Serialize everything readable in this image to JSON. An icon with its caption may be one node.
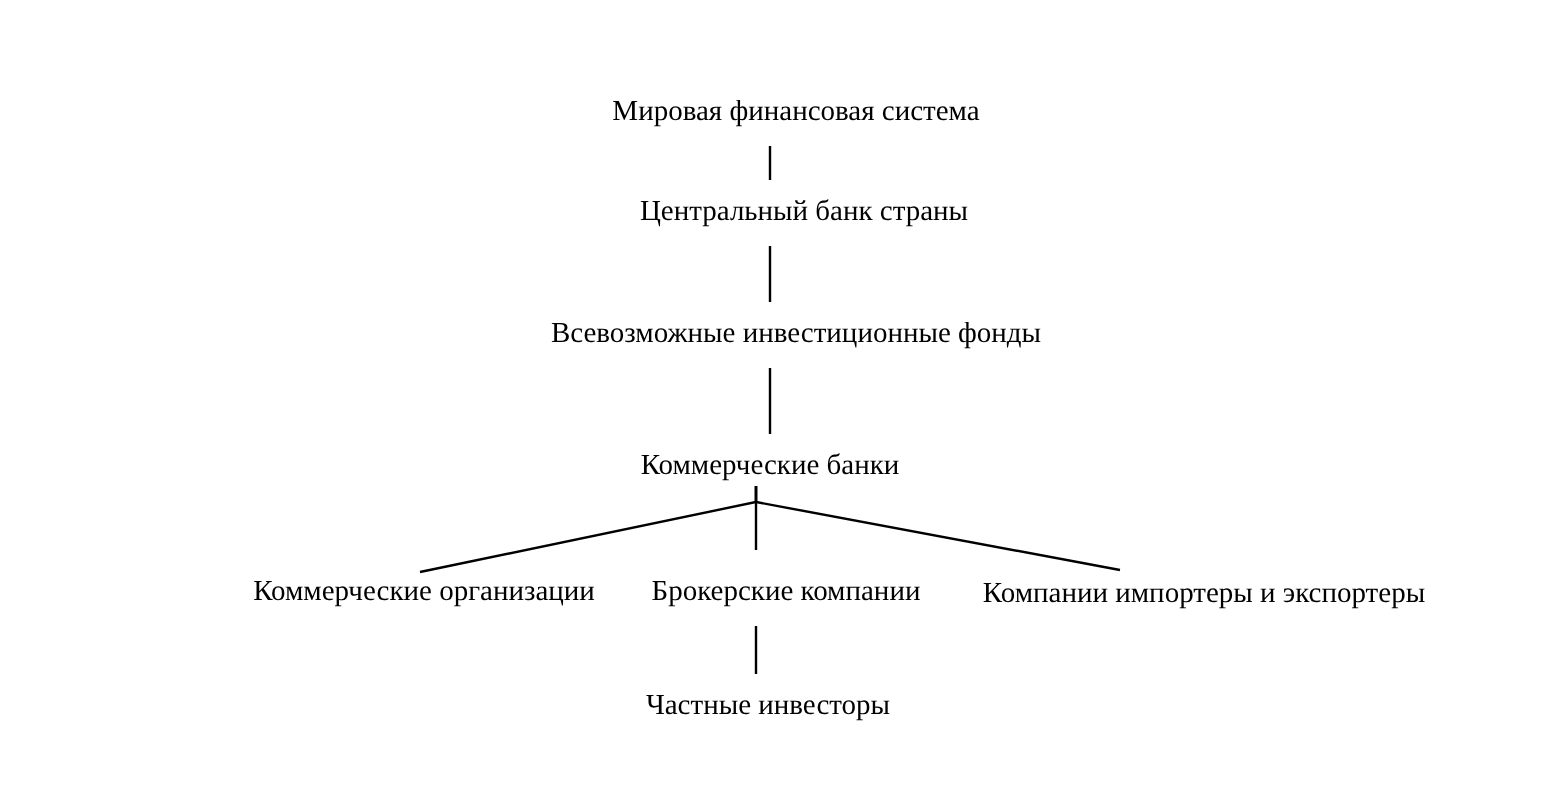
{
  "diagram": {
    "nodes": [
      {
        "text": [
          "Мировая финансовая система"
        ]
      },
      {
        "text": [
          "Центральный банк страны"
        ]
      },
      {
        "text": [
          "Всевозможные инвестиционные фонды"
        ]
      },
      {
        "text": [
          "Коммерческие банки"
        ]
      },
      {
        "text": [
          "Коммерческие организации"
        ]
      },
      {
        "text": [
          "Брокерские компании"
        ]
      },
      {
        "text": [
          "Компании импортеры и экспортеры"
        ]
      },
      {
        "text": [
          "Частные инвесторы"
        ]
      }
    ],
    "edges": [
      {
        "from": 0,
        "to": 1,
        "arrow": "none"
      },
      {
        "from": 1,
        "to": 2,
        "arrow": "none"
      },
      {
        "from": 2,
        "to": 3,
        "arrow": "none"
      },
      {
        "from": 3,
        "to": 4,
        "arrow": "none"
      },
      {
        "from": 3,
        "to": 5,
        "arrow": "none"
      },
      {
        "from": 3,
        "to": 6,
        "arrow": "none"
      },
      {
        "from": 5,
        "to": 7,
        "arrow": "none"
      }
    ]
  }
}
